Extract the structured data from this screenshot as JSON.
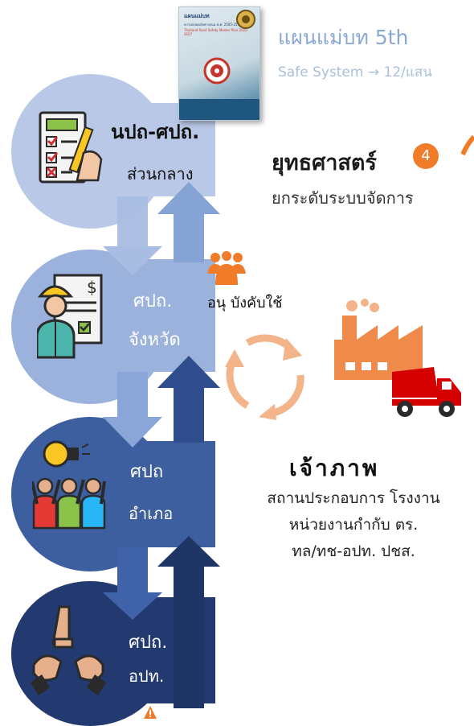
{
  "colors": {
    "level1": "#b9c8e6",
    "level2": "#9bb3dc",
    "level3": "#3d5fa0",
    "level4": "#223a70",
    "accent": "#f07c2a",
    "title": "#8aa8d4"
  },
  "plan_cover": {
    "title": "แผนแม่บท",
    "subtitle": "ความปลอดภัยทางถนน พ.ศ. 2565-2570",
    "english": "Thailand Road Safety Master Plan 2022-2027"
  },
  "header": {
    "title": "แผนแม่บท 5th",
    "subtitle": "Safe System → 12/แสน"
  },
  "strategy": {
    "label": "ยุทธศาสตร์",
    "number": "4",
    "description": "ยกระดับระบบจัดการ"
  },
  "levels": [
    {
      "line1": "นปถ-ศปถ.",
      "line2": "ส่วนกลาง",
      "icon": "checklist-icon"
    },
    {
      "line1": "ศปถ.",
      "line2": "จังหวัด",
      "icon": "engineer-icon"
    },
    {
      "line1": "ศปถ",
      "line2": "อำเภอ",
      "icon": "team-idea-icon"
    },
    {
      "line1": "ศปถ.",
      "line2": "อปท.",
      "icon": "hands-together-icon"
    }
  ],
  "subcommittee": {
    "label": "อนุ บังคับใช้",
    "icon": "people-group-icon"
  },
  "owner": {
    "title": "เจ้าภาพ",
    "lines": [
      "สถานประกอบการ โรงงาน",
      "หน่วยงานกำกับ ตร.",
      "ทล/ทช-อปท. ปชส."
    ]
  },
  "icons": [
    "cycle-arrows-icon",
    "factory-icon",
    "dump-truck-icon",
    "warning-icon"
  ]
}
